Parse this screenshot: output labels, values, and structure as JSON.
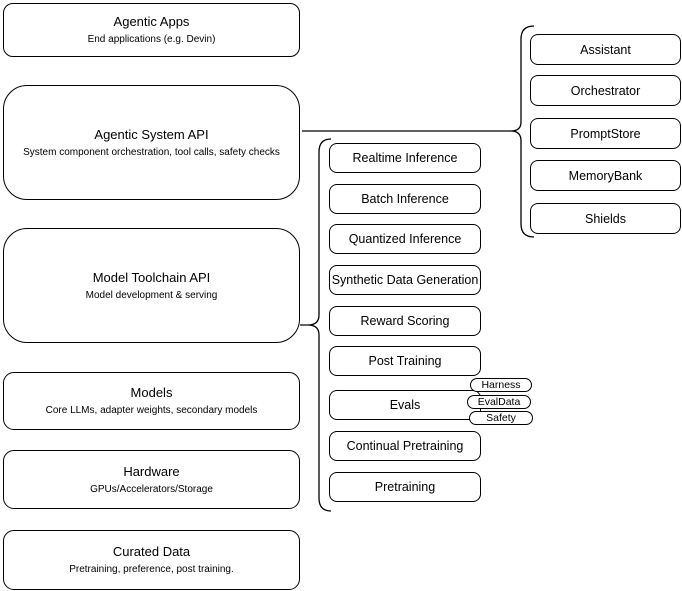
{
  "diagram": {
    "left_stack": [
      {
        "title": "Agentic Apps",
        "subtitle": "End applications (e.g. Devin)"
      },
      {
        "title": "Agentic System API",
        "subtitle": "System component orchestration, tool calls, safety checks"
      },
      {
        "title": "Model Toolchain API",
        "subtitle": "Model development & serving"
      },
      {
        "title": "Models",
        "subtitle": "Core LLMs, adapter weights, secondary models"
      },
      {
        "title": "Hardware",
        "subtitle": "GPUs/Accelerators/Storage"
      },
      {
        "title": "Curated Data",
        "subtitle": "Pretraining, preference, post training."
      }
    ],
    "toolchain_items": [
      {
        "label": "Realtime Inference"
      },
      {
        "label": "Batch Inference"
      },
      {
        "label": "Quantized Inference"
      },
      {
        "label": "Synthetic Data Generation"
      },
      {
        "label": "Reward Scoring"
      },
      {
        "label": "Post Training"
      },
      {
        "label": "Evals"
      },
      {
        "label": "Continual Pretraining"
      },
      {
        "label": "Pretraining"
      }
    ],
    "evals_tags": [
      {
        "label": "Harness"
      },
      {
        "label": "EvalData"
      },
      {
        "label": "Safety"
      }
    ],
    "system_components": [
      {
        "label": "Assistant"
      },
      {
        "label": "Orchestrator"
      },
      {
        "label": "PromptStore"
      },
      {
        "label": "MemoryBank"
      },
      {
        "label": "Shields"
      }
    ],
    "colors": {
      "stroke": "#000000",
      "fill": "#ffffff",
      "background": "#ffffff"
    }
  }
}
